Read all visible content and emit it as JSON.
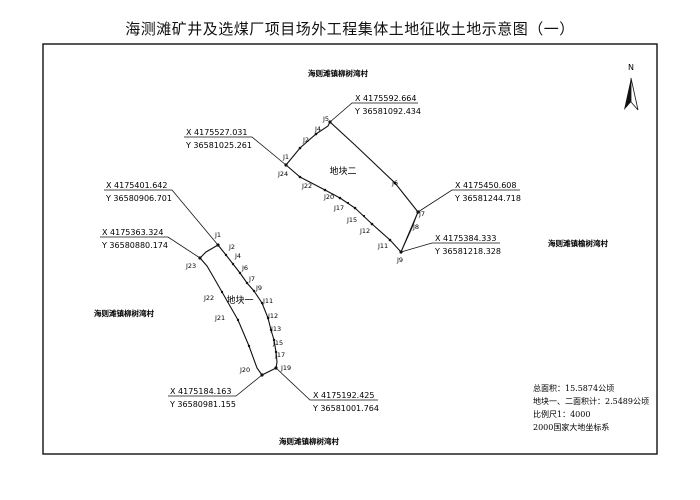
{
  "title": "海测滩矿井及选煤厂项目场外工程集体土地征收土地示意图（一）",
  "north": {
    "label": "N",
    "icon": "north-arrow-icon"
  },
  "villages": {
    "top": "海则滩镇柳树湾村",
    "right": "海则滩镇榆树湾村",
    "left": "海则滩镇柳树湾村",
    "bottom": "海则滩镇柳树湾村"
  },
  "plots": {
    "one": "地块一",
    "two": "地块二"
  },
  "coords": {
    "c1": {
      "x": "X 4175592.664",
      "y": "Y 36581092.434"
    },
    "c2": {
      "x": "X 4175527.031",
      "y": "Y 36581025.261"
    },
    "c3": {
      "x": "X 4175450.608",
      "y": "Y 36581244.718"
    },
    "c4": {
      "x": "X 4175384.333",
      "y": "Y 36581218.328"
    },
    "c5": {
      "x": "X 4175401.642",
      "y": "Y 36580906.701"
    },
    "c6": {
      "x": "X 4175363.324",
      "y": "Y 36580880.174"
    },
    "c7": {
      "x": "X 4175184.163",
      "y": "Y 36580981.155"
    },
    "c8": {
      "x": "X 4175192.425",
      "y": "Y 36581001.764"
    }
  },
  "points2": [
    "J1",
    "J2",
    "J4",
    "J5",
    "J6",
    "J7",
    "J8",
    "J9",
    "J11",
    "J12",
    "J15",
    "J17",
    "J20",
    "J22",
    "J24"
  ],
  "points1": [
    "J1",
    "J2",
    "J4",
    "J6",
    "J7",
    "J9",
    "J11",
    "J12",
    "J13",
    "J15",
    "J17",
    "J19",
    "J20",
    "J21",
    "J22",
    "J23"
  ],
  "info": {
    "total": "总面积：15.5874公顷",
    "parts": "地块一、二面积计：2.5489公顷",
    "scale": "比例尺1：4000",
    "crs": "2000国家大地坐标系"
  }
}
